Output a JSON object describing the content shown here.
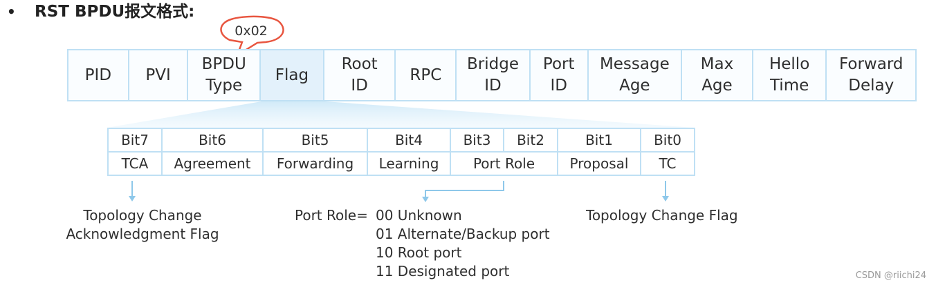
{
  "title": "RST BPDU报文格式:",
  "bullet": "•",
  "callout": "0x02",
  "fields": [
    "PID",
    "PVI",
    "BPDU\nType",
    "Flag",
    "Root\nID",
    "RPC",
    "Bridge\nID",
    "Port\nID",
    "Message\nAge",
    "Max\nAge",
    "Hello\nTime",
    "Forward\nDelay"
  ],
  "flag_table": {
    "bits": [
      "Bit7",
      "Bit6",
      "Bit5",
      "Bit4",
      "Bit3",
      "Bit2",
      "Bit1",
      "Bit0"
    ],
    "meanings": [
      "TCA",
      "Agreement",
      "Forwarding",
      "Learning",
      "Port Role",
      "Proposal",
      "TC"
    ]
  },
  "notes": {
    "tca": "Topology Change\nAcknowledgment Flag",
    "port_role_label": "Port Role=",
    "port_role_values": "00 Unknown\n01 Alternate/Backup port\n10 Root port\n11 Designated port",
    "tc": "Topology Change Flag"
  },
  "colors": {
    "border": "#bfe0f4",
    "highlight": "#e3f1fb",
    "callout": "#e8553f",
    "arrow": "#8ec8ea"
  },
  "watermark": "CSDN @riichi24"
}
